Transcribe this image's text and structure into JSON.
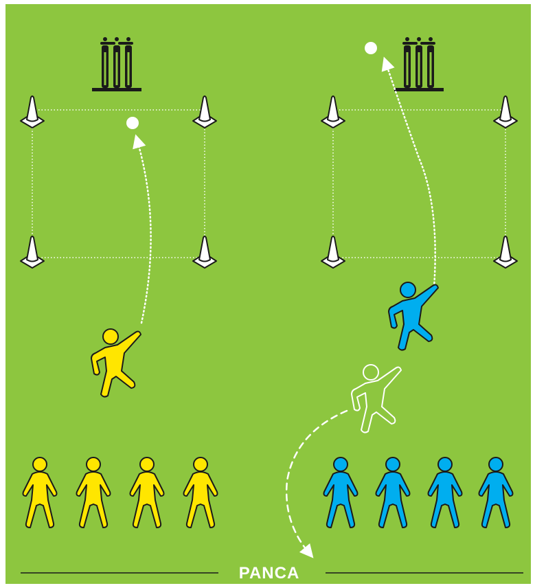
{
  "colors": {
    "field": "#8dc63f",
    "team_yellow": "#ffe600",
    "team_blue": "#00aeef",
    "outline": "#1a1a1a",
    "cone": "#ffffff",
    "ball": "#ffffff",
    "line": "#1a1a1a",
    "label": "#ffffff"
  },
  "footer": {
    "label": "PANCA"
  },
  "icons": [
    "wicket-icon",
    "cone-icon",
    "ball-icon",
    "bowler-figure-icon",
    "standing-player-icon"
  ],
  "teams": [
    {
      "name_key": "yellow",
      "queue_count": 4
    },
    {
      "name_key": "blue",
      "queue_count": 4
    }
  ]
}
